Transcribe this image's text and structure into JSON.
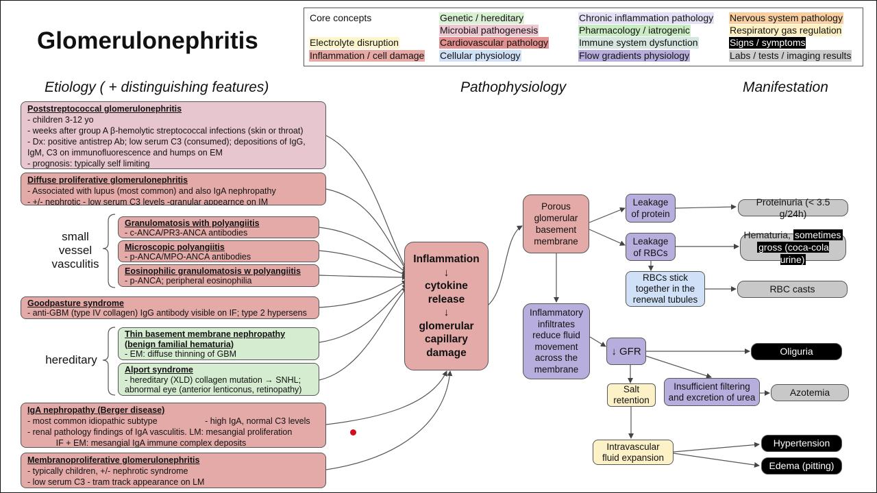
{
  "title": "Glomerulonephritis",
  "legend": {
    "items": [
      {
        "label": "Core concepts",
        "color": "#ffffff"
      },
      {
        "label": "Genetic / hereditary",
        "color": "#d9f0d3"
      },
      {
        "label": "Chronic inflammation pathology",
        "color": "#e4e0f5"
      },
      {
        "label": "Nervous system pathology",
        "color": "#f8cfa0"
      },
      {
        "label": "Microbial pathogenesis",
        "color": "#edc8d3"
      },
      {
        "label": "Pharmacology / iatrogenic",
        "color": "#c9ecc4"
      },
      {
        "label": "Respiratory gas regulation",
        "color": "#fdf1c4"
      },
      {
        "label": "Electrolyte disruption",
        "color": "#fdf5cc"
      },
      {
        "label": "Cardiovascular pathology",
        "color": "#e39090"
      },
      {
        "label": "Immune system dysfunction",
        "color": "#d6e6e0"
      },
      {
        "label": "Signs / symptoms",
        "color": "#000000"
      },
      {
        "label": "Inflammation / cell damage",
        "color": "#e8aaa5"
      },
      {
        "label": "Cellular physiology",
        "color": "#cfe0f7"
      },
      {
        "label": "Flow gradients physiology",
        "color": "#b8aedd"
      },
      {
        "label": "Labs / tests / imaging results",
        "color": "#cccccc"
      }
    ]
  },
  "headers": {
    "etiology": "Etiology ( + distinguishing features)",
    "pathophysiology": "Pathophysiology",
    "manifestation": "Manifestation"
  },
  "groups": {
    "small_vessel": "small\nvessel\nvasculitis",
    "hereditary": "hereditary"
  },
  "etiology": {
    "psgn": {
      "name": "Poststreptococcal glomerulonephritis",
      "lines": [
        "- children 3-12 yo",
        "- weeks after group A β-hemolytic streptococcal infections (skin or throat)",
        "- Dx: positive antistrep Ab; low serum C3 (consumed); depositions of IgG,",
        "IgM, C3 on immunofluorescence and humps on EM",
        "- prognosis: typically self limiting"
      ]
    },
    "dpgn": {
      "name": "Diffuse proliferative glomerulonephritis",
      "lines": [
        "- Associated with lupus (most common) and also IgA nephropathy",
        "- +/- nephrotic        - low serum C3 levels        -granular appearnce on IM"
      ]
    },
    "gpa": {
      "name": "Granulomatosis with polyangiitis",
      "lines": [
        "- c-ANCA/PR3-ANCA antibodies"
      ]
    },
    "mpa": {
      "name": "Microscopic polyangiitis",
      "lines": [
        "- p-ANCA/MPO-ANCA antibodies"
      ]
    },
    "egpa": {
      "name": "Eosinophilic granulomatosis w polyangiitis",
      "lines": [
        "- p-ANCA; peripheral eosinophilia"
      ]
    },
    "goodpasture": {
      "name": "Goodpasture syndrome",
      "lines": [
        "- anti-GBM (type IV collagen) IgG antibody visible on IF; type 2 hypersens"
      ]
    },
    "thin_bm": {
      "name": "Thin basement membrane nephropathy",
      "name2": "(benign familial hematuria)",
      "lines": [
        "- EM: diffuse thinning of GBM"
      ]
    },
    "alport": {
      "name": "Alport syndrome",
      "lines": [
        "- hereditary (XLD) collagen mutation → SNHL;",
        "abnormal eye (anterior lenticonus, retinopathy)"
      ]
    },
    "iga": {
      "name": "IgA nephropathy (Berger disease)",
      "lines": [
        "- most common idiopathic subtype                    - high IgA, normal C3 levels",
        "- renal pathology findings of IgA vasculitis.  LM: mesangial proliferation",
        "            IF + EM: mesangial IgA immune complex deposits"
      ]
    },
    "mpgn": {
      "name": "Membranoproliferative glomerulonephritis",
      "lines": [
        "- typically children, +/- nephrotic syndrome",
        "- low serum C3 - tram track appearance on LM"
      ]
    }
  },
  "patho": {
    "central": "Inflammation\n↓\ncytokine\nrelease\n↓\nglomerular\ncapillary\ndamage",
    "porous": "Porous\nglomerular\nbasement\nmembrane",
    "leak_protein": "Leakage\nof protein",
    "leak_rbc": "Leakage\nof RBCs",
    "rbc_stick": "RBCs stick\ntogether in the\nrenewal tubules",
    "infiltrates": "Inflammatory\ninfiltrates\nreduce fluid\nmovement\nacross the\nmembrane",
    "gfr": "↓ GFR",
    "salt": "Salt\nretention",
    "insufficient": "Insufficient filtering\nand excretion of urea",
    "intravascular": "Intravascular\nfluid expansion"
  },
  "manifest": {
    "proteinuria": "Proteinuria (< 3.5 g/24h)",
    "hematuria_a": "Hematuria,",
    "hematuria_b": "sometimes",
    "hematuria_c": "gross (coca-cola urine)",
    "rbc_casts": "RBC casts",
    "oliguria": "Oliguria",
    "azotemia": "Azotemia",
    "hypertension": "Hypertension",
    "edema": "Edema (pitting)"
  }
}
